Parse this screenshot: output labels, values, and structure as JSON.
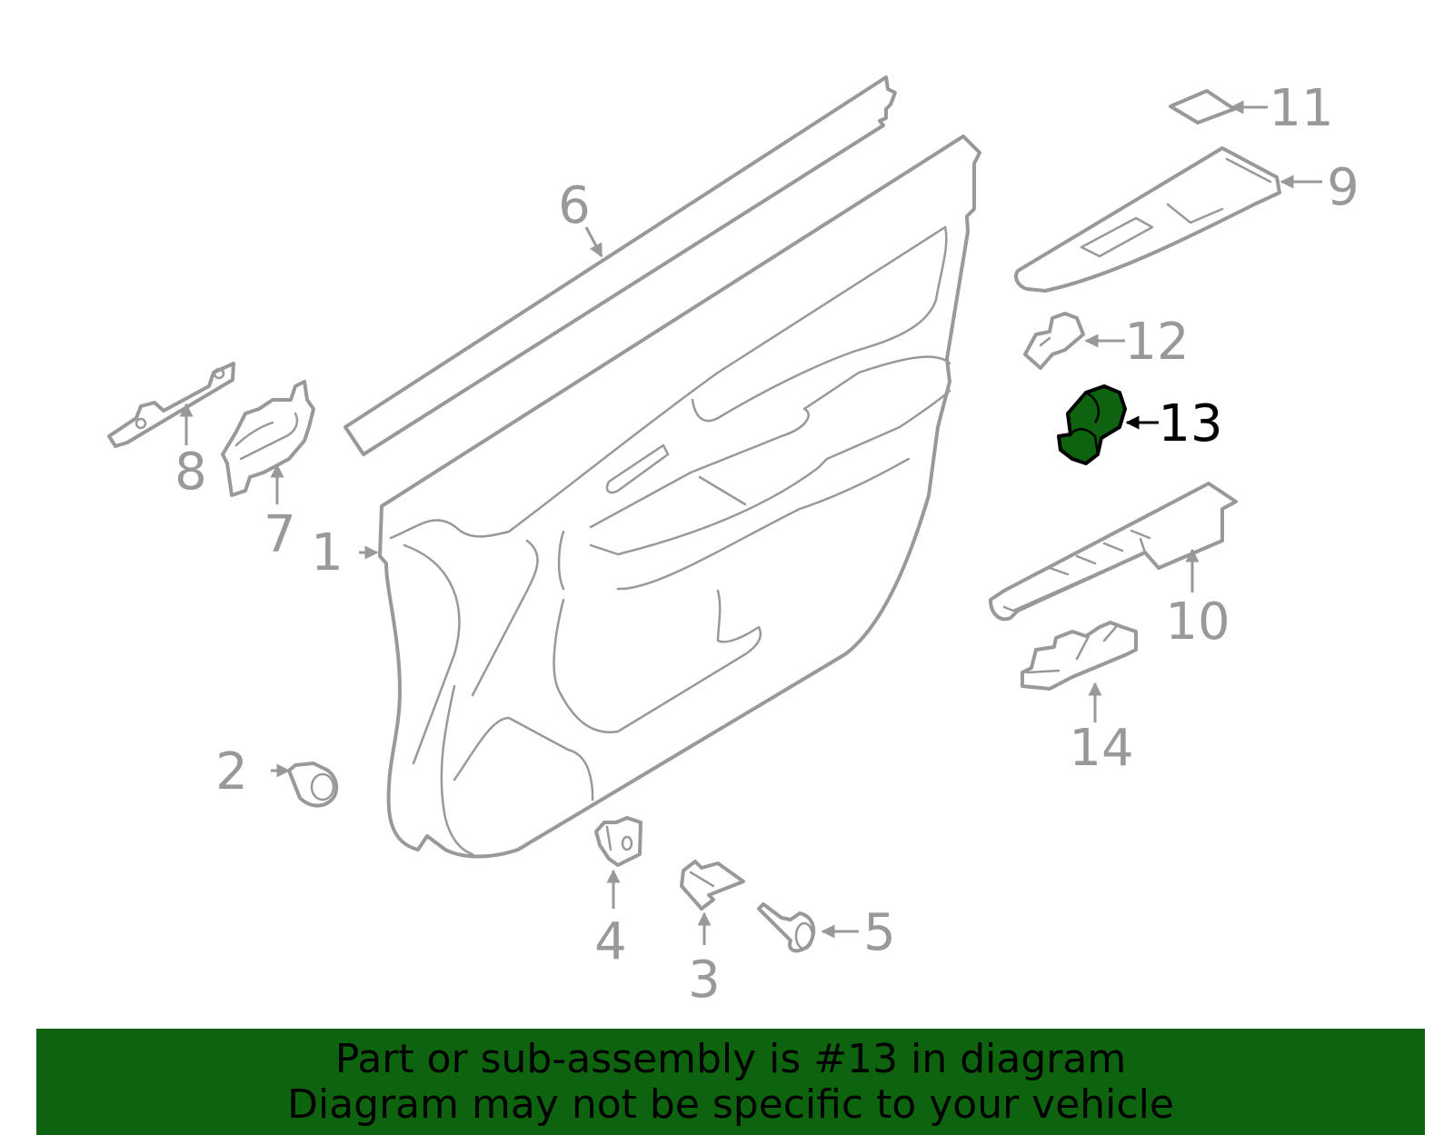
{
  "callouts": {
    "c1": "1",
    "c2": "2",
    "c3": "3",
    "c4": "4",
    "c5": "5",
    "c6": "6",
    "c7": "7",
    "c8": "8",
    "c9": "9",
    "c10": "10",
    "c11": "11",
    "c12": "12",
    "c13": "13",
    "c14": "14"
  },
  "highlighted_part": "13",
  "banner": {
    "line1": "Part or sub-assembly is #13 in diagram",
    "line2": "Diagram may not be specific to your vehicle"
  },
  "colors": {
    "highlight": "#0e640e",
    "linework": "#999999",
    "banner_bg": "#0e640e"
  }
}
